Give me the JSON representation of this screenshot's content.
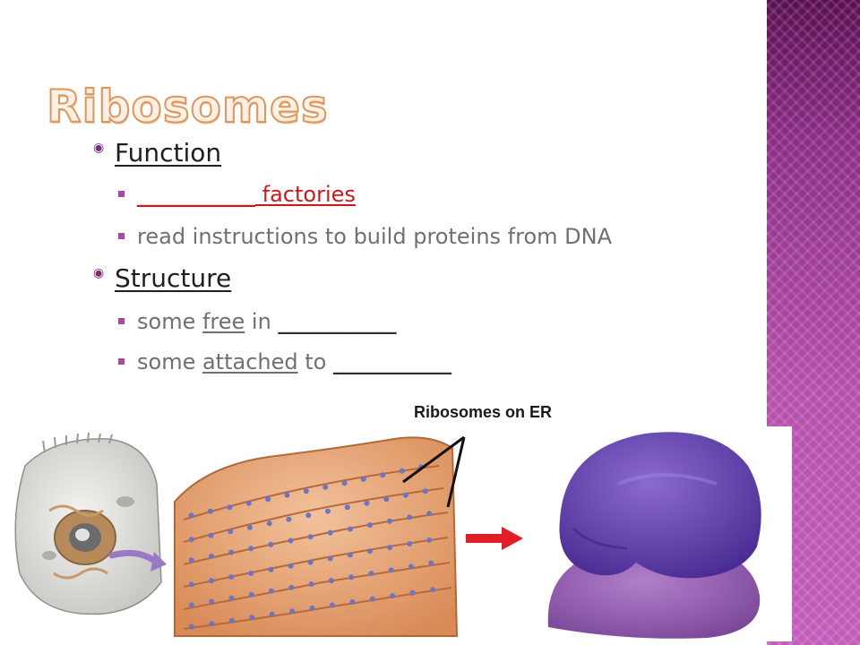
{
  "slide": {
    "title": "Ribosomes",
    "function": {
      "label": "Function",
      "items": [
        {
          "blank": "___________",
          "text": " factories"
        },
        {
          "text": "read instructions to build proteins from DNA"
        }
      ]
    },
    "structure": {
      "label": "Structure",
      "items": [
        {
          "pre": "some ",
          "underlined": "free",
          "post": " in ",
          "blank": "___________"
        },
        {
          "pre": "some ",
          "underlined": "attached",
          "post": " to ",
          "blank": "___________"
        }
      ]
    },
    "caption": "Ribosomes on ER"
  },
  "colors": {
    "accent": "#8a2a85",
    "title_fill": "#fdf0e6",
    "title_stroke": "#e1955b",
    "highlight_red": "#d0161b",
    "subtext": "#707070",
    "ribosome_large": "#6d4bb8",
    "ribosome_small": "#9a64b6",
    "er_orange": "#e5a070",
    "arrow_red": "#e21d25"
  },
  "icons": [
    "circle-bullet-icon",
    "square-bullet-icon",
    "right-arrow-icon"
  ]
}
